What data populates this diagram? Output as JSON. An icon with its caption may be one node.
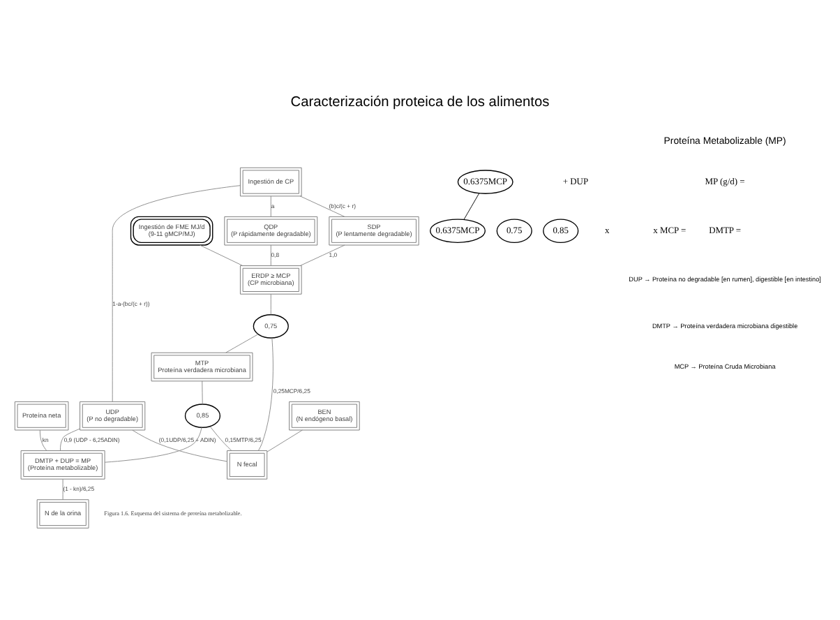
{
  "diagram": {
    "title": "Caracterización proteica de los alimentos",
    "caption": "Figura 1.6. Esquema del sistema de proteína metabolizable.",
    "nodes": [
      {
        "text": [
          "Ingestión de CP"
        ]
      },
      {
        "text": [
          "QDP",
          "(P rápidamente degradable)"
        ]
      },
      {
        "text": [
          "SDP",
          "(P lentamente degradable)"
        ]
      },
      {
        "text": [
          "UDP",
          "(P no degradable)"
        ]
      },
      {
        "text": [
          "Ingestión de FME MJ/d",
          "(9-11 gMCP/MJ)"
        ]
      },
      {
        "text": [
          "ERDP ≥ MCP",
          "(CP microbiana)"
        ]
      },
      {
        "text": [
          "0,75"
        ]
      },
      {
        "text": [
          "MTP",
          "Proteína verdadera microbiana"
        ]
      },
      {
        "text": [
          "0,85"
        ]
      },
      {
        "text": [
          "Proteína neta"
        ]
      },
      {
        "text": [
          "DMTP + DUP = MP",
          "(Proteína metabolizable)"
        ]
      },
      {
        "text": [
          "BEN",
          "(N endógeno basal)"
        ]
      },
      {
        "text": [
          "N de la orina"
        ]
      },
      {
        "text": [
          "N fecal"
        ]
      },
      {
        "text": [
          "0.6375MCP"
        ]
      },
      {
        "text": [
          "0.75"
        ]
      },
      {
        "text": [
          "0.85"
        ]
      },
      {
        "text": [
          "0.6375MCP"
        ]
      }
    ],
    "edges": [
      {
        "from": 0,
        "to": 1,
        "arrow": "none",
        "label": "a"
      },
      {
        "from": 0,
        "to": 2,
        "arrow": "none",
        "label": "(b)c/(c + r)"
      },
      {
        "from": 0,
        "to": 3,
        "arrow": "none",
        "label": "1-a-(bc/(c + r))"
      },
      {
        "from": 1,
        "to": 5,
        "arrow": "none",
        "label": "0,8"
      },
      {
        "from": 2,
        "to": 5,
        "arrow": "none",
        "label": "1,0"
      },
      {
        "from": 4,
        "to": 5,
        "arrow": "none"
      },
      {
        "from": 5,
        "to": 6,
        "arrow": "none"
      },
      {
        "from": 6,
        "to": 7,
        "arrow": "none"
      },
      {
        "from": 6,
        "to": 13,
        "arrow": "none",
        "label": "0,25MCP/6,25"
      },
      {
        "from": 7,
        "to": 8,
        "arrow": "none"
      },
      {
        "from": 8,
        "to": 10,
        "arrow": "none"
      },
      {
        "from": 8,
        "to": 13,
        "arrow": "none",
        "label": "0,15MTP/6,25"
      },
      {
        "from": 3,
        "to": 10,
        "arrow": "none",
        "label": "0,9 (UDP - 6,25ADIN)"
      },
      {
        "from": 3,
        "to": 13,
        "arrow": "none",
        "label": "(0,1UDP/6,25 + ADIN)"
      },
      {
        "from": 9,
        "to": 10,
        "arrow": "none",
        "label": "kn"
      },
      {
        "from": 10,
        "to": 12,
        "arrow": "none",
        "label": "(1 - kn)/6,25"
      },
      {
        "from": 11,
        "to": 13,
        "arrow": "none"
      },
      {
        "from": 14,
        "to": 17,
        "arrow": "none",
        "color": "#000000"
      }
    ],
    "labels": [
      "Proteína Metabolizable (MP)",
      "MP (g/d) =",
      "+ DUP",
      "DMTP =",
      "x",
      "x MCP =",
      "DUP → Proteína no degradable [en rumen], digestible [en intestino]",
      "DMTP → Proteína verdadera microbiana digestible",
      "MCP → Proteína Cruda Microbiana"
    ]
  }
}
